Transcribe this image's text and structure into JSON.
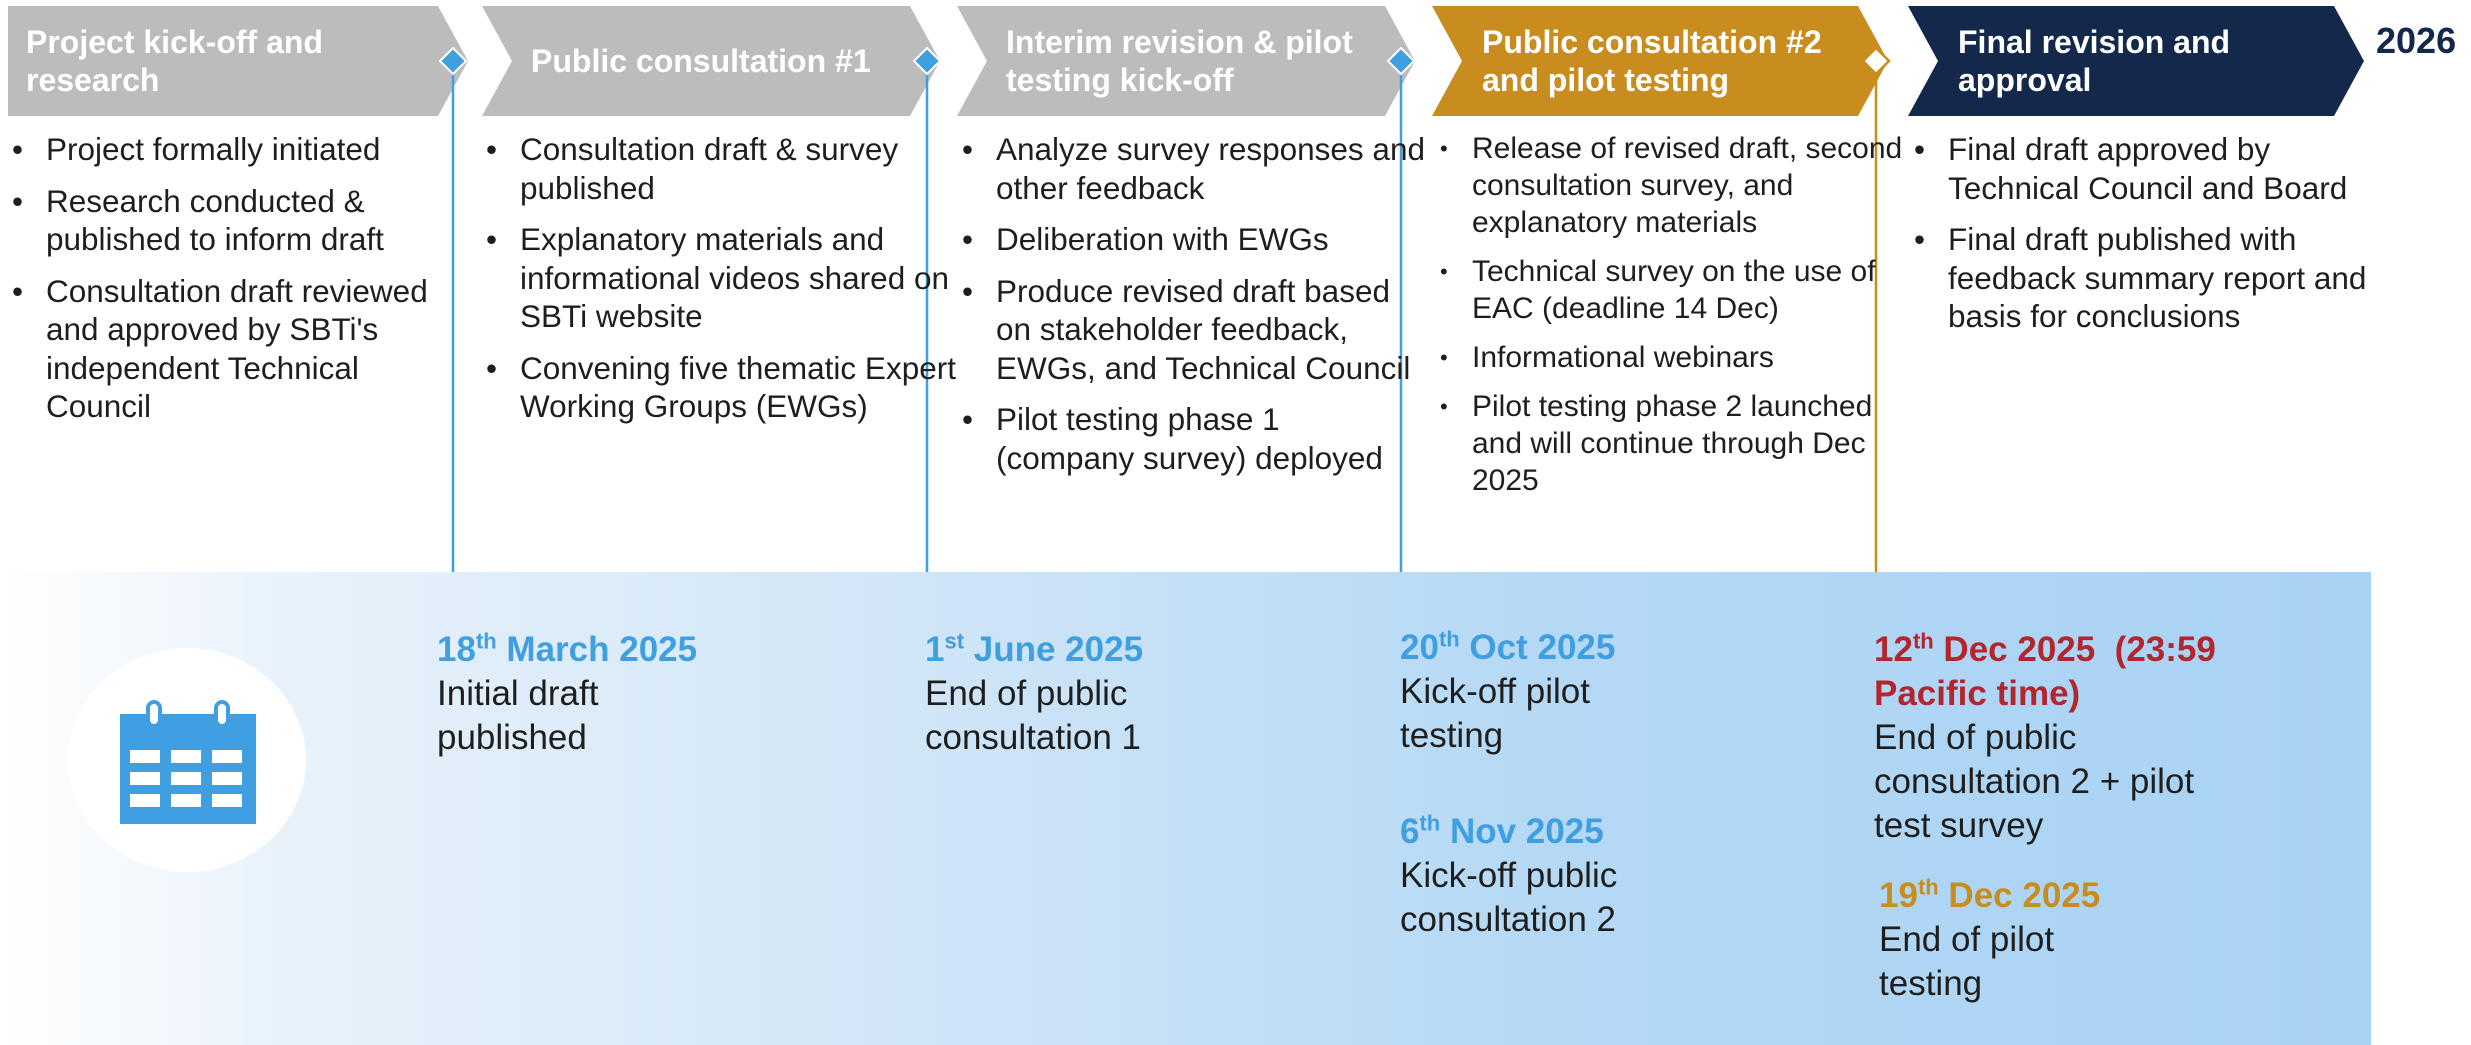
{
  "colors": {
    "chevron_gray": "#bcbcbc",
    "chevron_gold": "#c88d1e",
    "chevron_navy": "#14284b",
    "date_blue": "#3f9fe0",
    "date_red": "#b3262d",
    "date_gold": "#c88d1e",
    "band": "#a8d2f4"
  },
  "year_label": "2026",
  "phases": [
    {
      "title": "Project kick-off and research",
      "color": "#bcbcbc",
      "bullets": [
        "Project formally initiated",
        "Research conducted & published to inform draft",
        "Consultation draft reviewed and approved by SBTi's independent Technical Council"
      ]
    },
    {
      "title": "Public consultation #1",
      "color": "#bcbcbc",
      "bullets": [
        "Consultation draft & survey published",
        "Explanatory materials and informational videos shared on SBTi website",
        "Convening five thematic Expert Working Groups (EWGs)"
      ]
    },
    {
      "title": "Interim revision & pilot testing kick-off",
      "color": "#bcbcbc",
      "bullets": [
        "Analyze survey responses and other feedback",
        "Deliberation with EWGs",
        "Produce revised draft based on stakeholder feedback, EWGs, and Technical Council",
        "Pilot testing phase 1 (company survey) deployed"
      ]
    },
    {
      "title": "Public consultation #2 and pilot testing",
      "color": "#c88d1e",
      "bullets": [
        "Release of revised draft, second consultation survey, and explanatory materials",
        "Technical survey on the use of EAC (deadline 14 Dec)",
        "Informational webinars",
        "Pilot testing phase 2 launched and will continue through Dec 2025"
      ]
    },
    {
      "title": "Final revision and approval",
      "color": "#14284b",
      "bullets": [
        "Final draft approved by Technical Council and Board",
        "Final draft published with feedback summary report and basis for conclusions"
      ]
    }
  ],
  "milestones": [
    {
      "day": "18",
      "suffix": "th",
      "rest": " March 2025",
      "color": "#3f9fe0",
      "description": "Initial draft published"
    },
    {
      "day": "1",
      "suffix": "st",
      "rest": " June 2025",
      "color": "#3f9fe0",
      "description": "End of public consultation 1"
    },
    {
      "day": "20",
      "suffix": "th",
      "rest": " Oct 2025",
      "color": "#3f9fe0",
      "description": "Kick-off pilot testing"
    },
    {
      "day": "6",
      "suffix": "th",
      "rest": " Nov 2025",
      "color": "#3f9fe0",
      "description": "Kick-off public consultation 2"
    },
    {
      "day": "12",
      "suffix": "th",
      "rest": " Dec 2025  (23:59 Pacific time)",
      "color": "#b3262d",
      "description": "End of public consultation 2 + pilot test survey"
    },
    {
      "day": "19",
      "suffix": "th",
      "rest": " Dec 2025",
      "color": "#c88d1e",
      "description": "End of pilot testing"
    }
  ],
  "icon": "calendar-icon"
}
